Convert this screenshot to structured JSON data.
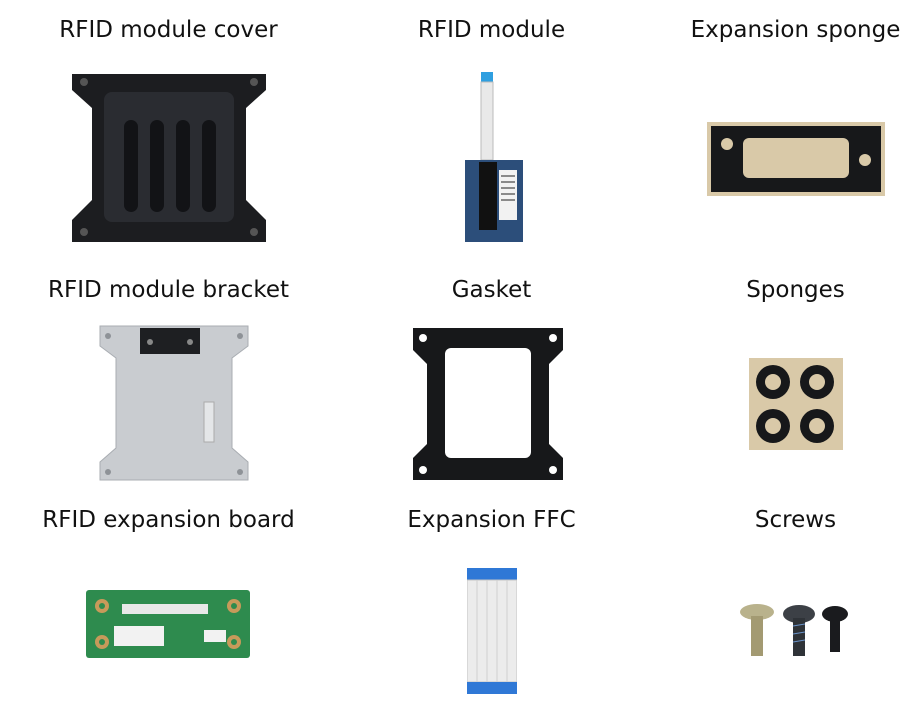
{
  "items": [
    {
      "label": "RFID module cover",
      "icon": "rfid-module-cover-image"
    },
    {
      "label": "RFID module",
      "icon": "rfid-module-image"
    },
    {
      "label": "Expansion sponge",
      "icon": "expansion-sponge-image"
    },
    {
      "label": "RFID module bracket",
      "icon": "rfid-module-bracket-image"
    },
    {
      "label": "Gasket",
      "icon": "gasket-image"
    },
    {
      "label": "Sponges",
      "icon": "sponges-image"
    },
    {
      "label": "RFID expansion board",
      "icon": "rfid-expansion-board-image"
    },
    {
      "label": "Expansion FFC",
      "icon": "expansion-ffc-image"
    },
    {
      "label": "Screws",
      "icon": "screws-image"
    }
  ],
  "colors": {
    "plastic_black": "#1c1d20",
    "metal_silver": "#c9ccd0",
    "pcb_green": "#2e8b4e",
    "pcb_blue": "#2c4e7a",
    "ffc_blue": "#2f78d6",
    "sponge_tan": "#d9c9a8"
  }
}
